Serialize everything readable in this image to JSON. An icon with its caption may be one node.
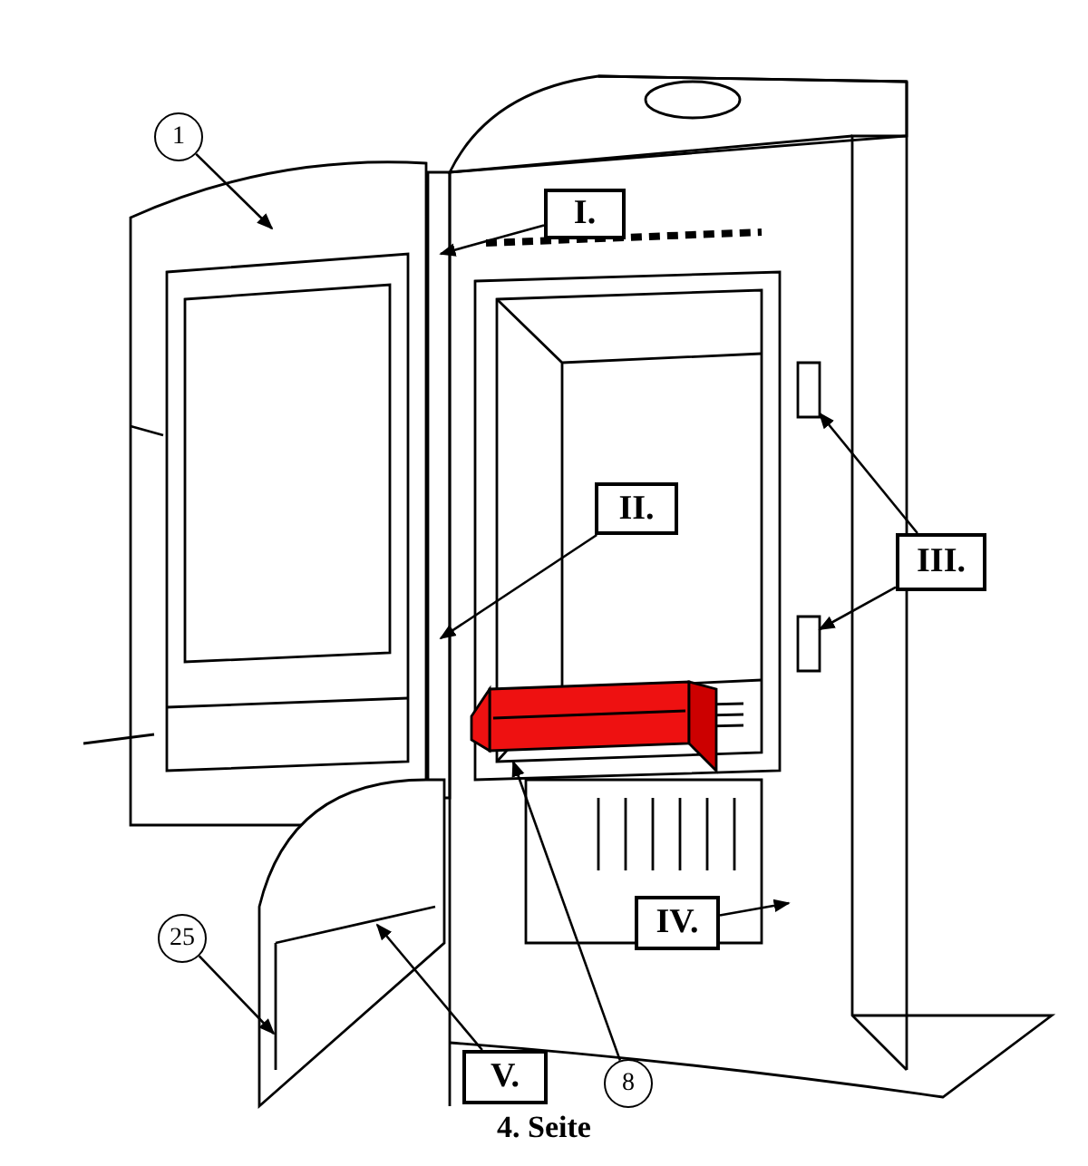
{
  "diagram": {
    "caption": "4. Seite",
    "nodes": [
      {
        "text": [
          "1"
        ]
      },
      {
        "text": [
          "I."
        ]
      },
      {
        "text": [
          "II."
        ]
      },
      {
        "text": [
          "III."
        ]
      },
      {
        "text": [
          "IV."
        ]
      },
      {
        "text": [
          "V."
        ]
      },
      {
        "text": [
          "8"
        ]
      },
      {
        "text": [
          "25"
        ]
      }
    ],
    "edges": [
      {
        "from": 0,
        "to": null,
        "arrow": "to"
      },
      {
        "from": 1,
        "to": null,
        "arrow": "to"
      },
      {
        "from": 2,
        "to": null,
        "arrow": "to"
      },
      {
        "from": 3,
        "to": null,
        "arrow": "to"
      },
      {
        "from": 3,
        "to": null,
        "arrow": "to"
      },
      {
        "from": 4,
        "to": null,
        "arrow": "to"
      },
      {
        "from": 5,
        "to": null,
        "arrow": "to"
      },
      {
        "from": 6,
        "to": null,
        "arrow": "to"
      },
      {
        "from": 7,
        "to": null,
        "arrow": "to"
      }
    ]
  }
}
